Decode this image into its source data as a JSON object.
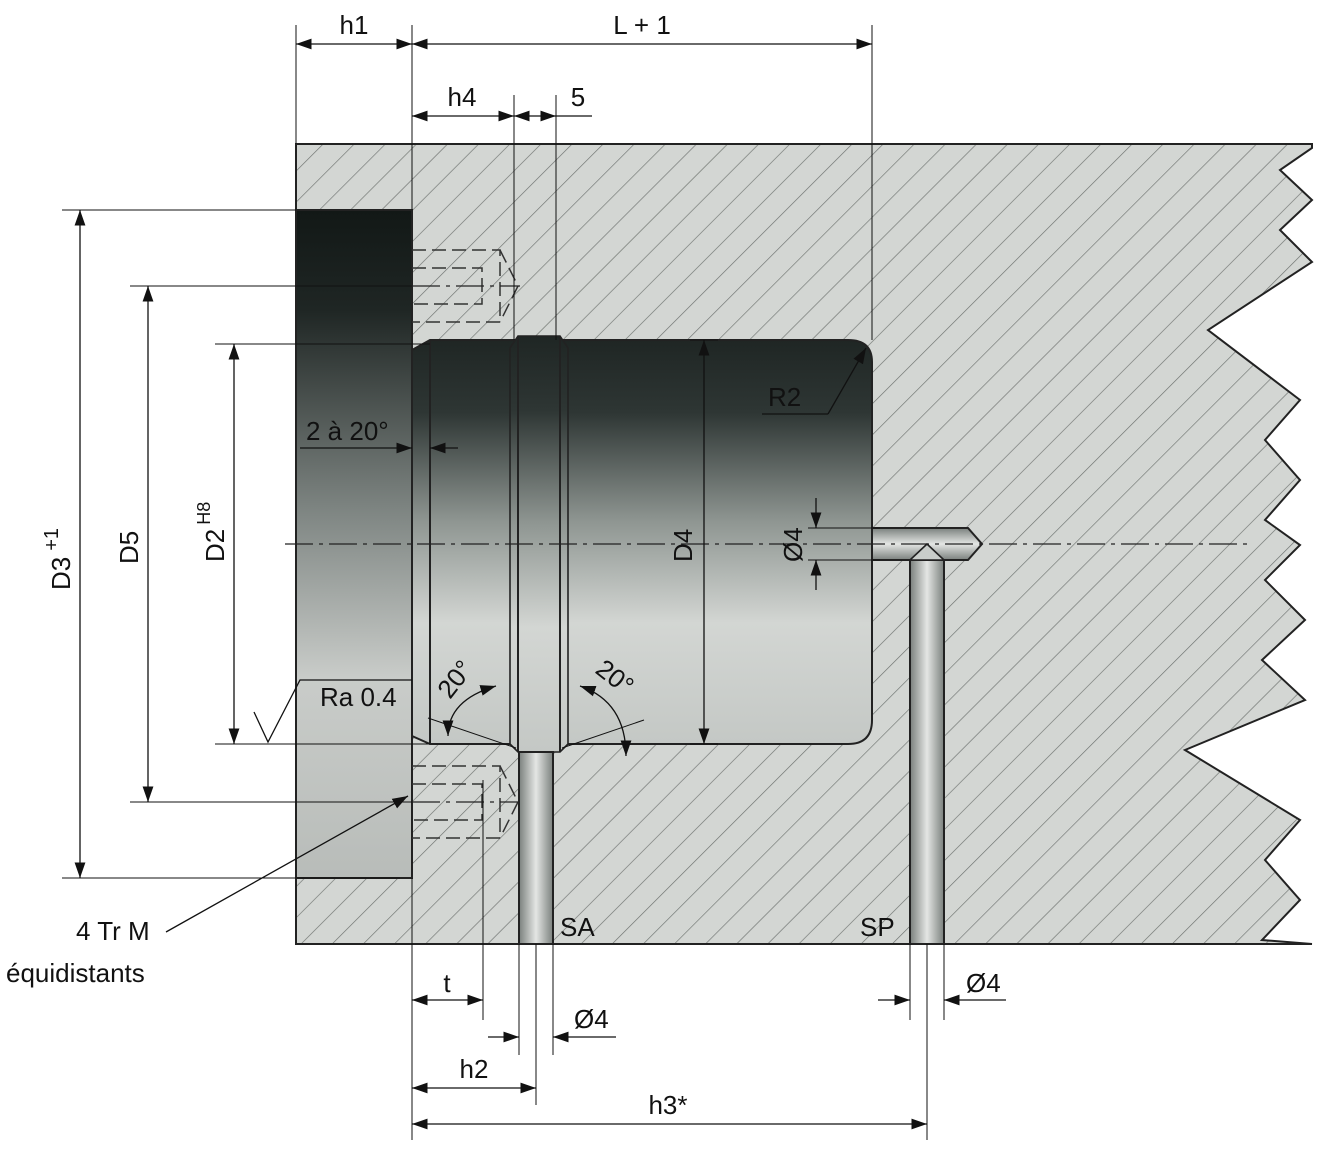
{
  "diagram": {
    "colors": {
      "block_fill": "#d3d6d3",
      "hatch": "#6e7370",
      "bore_dark": "#1f2624",
      "bore_light": "#d9dcd9",
      "channel": "#c9cdca"
    },
    "labels": {
      "h1": "h1",
      "l_plus_1": "L + 1",
      "h4": "h4",
      "five": "5",
      "r2": "R2",
      "angle_chamfer": "2 à 20°",
      "d3": "D3",
      "d3_tol": "+1",
      "d5": "D5",
      "d2": "D2",
      "d2_tol": "H8",
      "d4": "D4",
      "dia4_axial": "Ø4",
      "angle_left": "20°",
      "angle_right": "20°",
      "ra": "Ra 0.4",
      "tapped_line1": "4 Tr M",
      "tapped_line2": "équidistants",
      "sa": "SA",
      "sp": "SP",
      "t": "t",
      "dia4_sa": "Ø4",
      "dia4_sp": "Ø4",
      "h2": "h2",
      "h3": "h3*"
    }
  }
}
